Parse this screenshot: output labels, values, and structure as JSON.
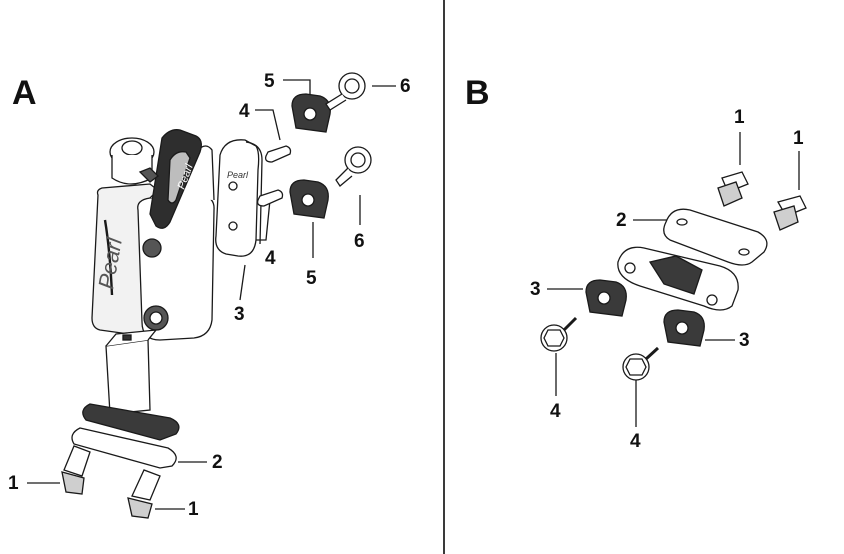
{
  "panels": [
    {
      "label": "A"
    },
    {
      "label": "B"
    }
  ],
  "callouts_a": [
    "5",
    "6",
    "4",
    "6",
    "4",
    "5",
    "3",
    "2",
    "1",
    "1"
  ],
  "callouts_b": [
    "1",
    "1",
    "2",
    "3",
    "3",
    "4",
    "4"
  ],
  "brand_mark": "Pearl",
  "colors": {
    "line": "#1a1a1a",
    "part_gray": "#9a9a9a",
    "light": "#d8d8d8",
    "dark": "#333333"
  }
}
